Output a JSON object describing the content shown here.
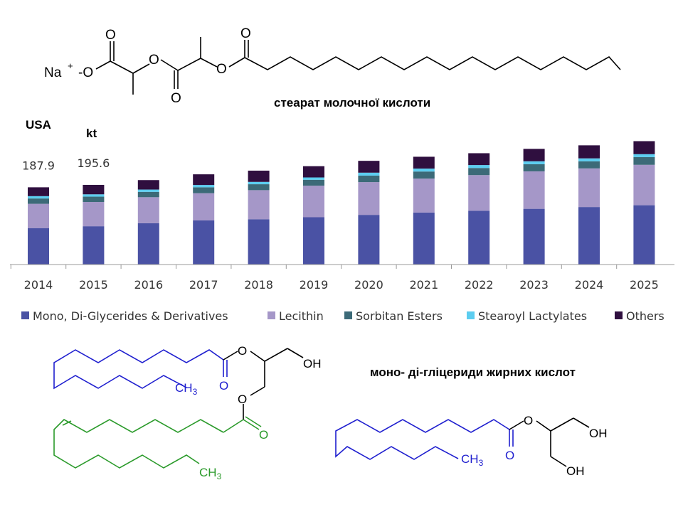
{
  "captions": {
    "top": "стеарат молочної кислоти",
    "right": "моно- ді-гліцериди жирних кислот"
  },
  "molecule_top": {
    "na": "Na",
    "na_charge": "+",
    "o_minus": "-O",
    "o_labels": [
      "O",
      "O",
      "O",
      "O",
      "O"
    ]
  },
  "molecule_left": {
    "ch3_a": "CH3",
    "ch3_b": "CH3",
    "oh": "OH",
    "o_labels": [
      "O",
      "O",
      "O",
      "O"
    ],
    "colors": {
      "chain_a": "#1f1fcf",
      "chain_b": "#2a9a2a",
      "backbone": "#000000"
    }
  },
  "molecule_right": {
    "ch3": "CH3",
    "oh_a": "OH",
    "oh_b": "OH",
    "o_labels": [
      "O",
      "O"
    ],
    "colors": {
      "chain": "#1f1fcf",
      "backbone": "#000000"
    }
  },
  "chart_data": {
    "type": "bar",
    "stacked": true,
    "region": "USA",
    "unit": "kt",
    "categories": [
      "2014",
      "2015",
      "2016",
      "2017",
      "2018",
      "2019",
      "2020",
      "2021",
      "2022",
      "2023",
      "2024",
      "2025"
    ],
    "series": [
      {
        "name": "Mono, Di-Glycerides & Derivatives",
        "color": "#4a52a4",
        "values": [
          79.5,
          83.5,
          90.1,
          96.2,
          98.8,
          103.1,
          108.3,
          113.4,
          117.2,
          121.5,
          125.4,
          129.3
        ]
      },
      {
        "name": "Lecithin",
        "color": "#a597c8",
        "values": [
          52.9,
          52.9,
          56.7,
          59.3,
          63.4,
          68.8,
          71.4,
          73.9,
          77.8,
          81.7,
          84.2,
          88.1
        ]
      },
      {
        "name": "Sorbitan Esters",
        "color": "#3c6a78",
        "values": [
          11.6,
          11.6,
          11.6,
          12.9,
          12.9,
          12.9,
          14.2,
          15.5,
          15.5,
          15.5,
          15.5,
          16.8
        ]
      },
      {
        "name": "Stearoyl Lactylates",
        "color": "#5ccdf0",
        "values": [
          5.1,
          5.1,
          5.1,
          5.1,
          5.1,
          5.1,
          6.4,
          6.4,
          6.4,
          6.4,
          6.4,
          6.4
        ]
      },
      {
        "name": "Others",
        "color": "#2f0f3f",
        "values": [
          19.3,
          20.6,
          20.6,
          23.2,
          24.5,
          24.5,
          25.8,
          25.8,
          25.8,
          27.1,
          28.4,
          28.4
        ]
      }
    ],
    "data_labels": [
      {
        "category": "2014",
        "text": "187.9"
      },
      {
        "category": "2015",
        "text": "195.6"
      }
    ],
    "ylim": [
      0,
      250
    ],
    "grid": false,
    "legend": "bottom"
  }
}
